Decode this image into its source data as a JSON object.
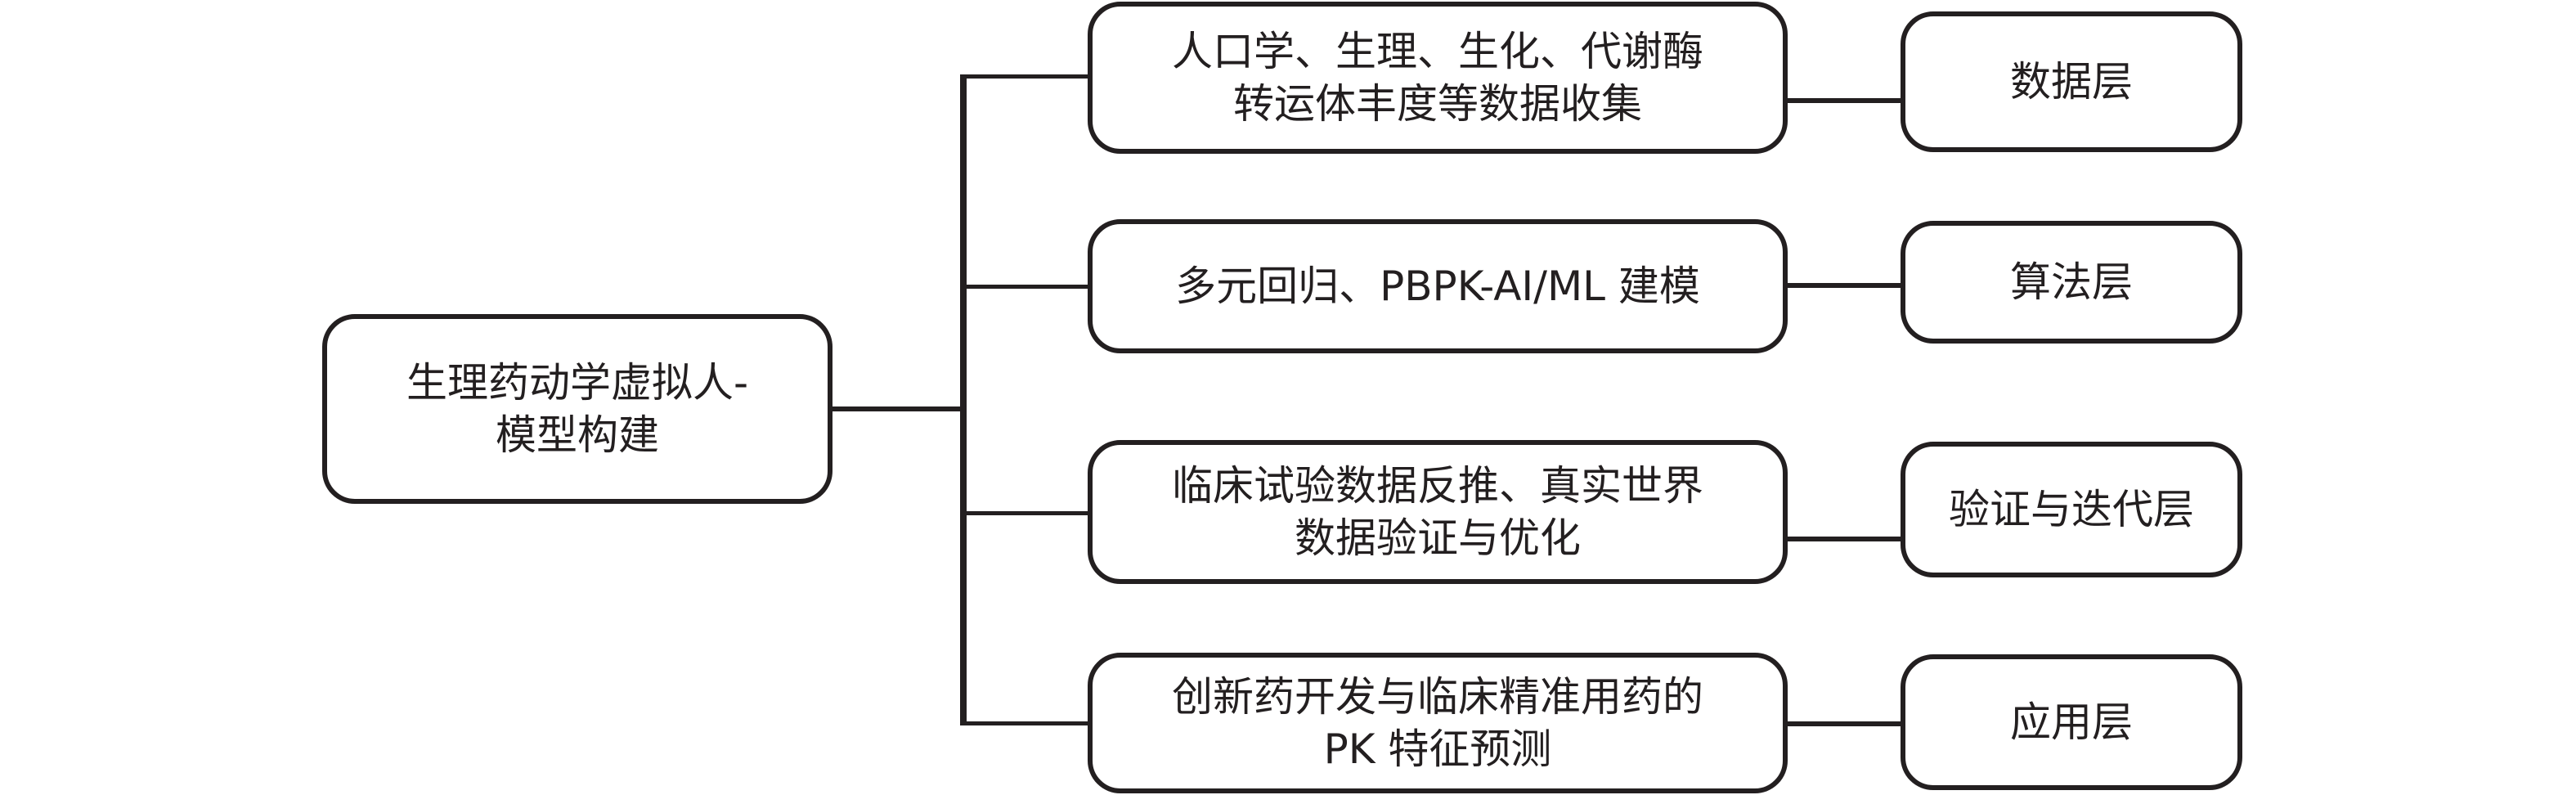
{
  "root": {
    "label": "生理药动学虚拟人-\n模型构建"
  },
  "branches": [
    {
      "content": "人口学、生理、生化、代谢酶\n转运体丰度等数据收集",
      "layer": "数据层"
    },
    {
      "content": "多元回归、PBPK-AI/ML 建模",
      "layer": "算法层"
    },
    {
      "content": "临床试验数据反推、真实世界\n数据验证与优化",
      "layer": "验证与迭代层"
    },
    {
      "content": "创新药开发与临床精准用药的\nPK 特征预测",
      "layer": "应用层"
    }
  ],
  "colors": {
    "stroke": "#231f20",
    "background": "#ffffff"
  }
}
